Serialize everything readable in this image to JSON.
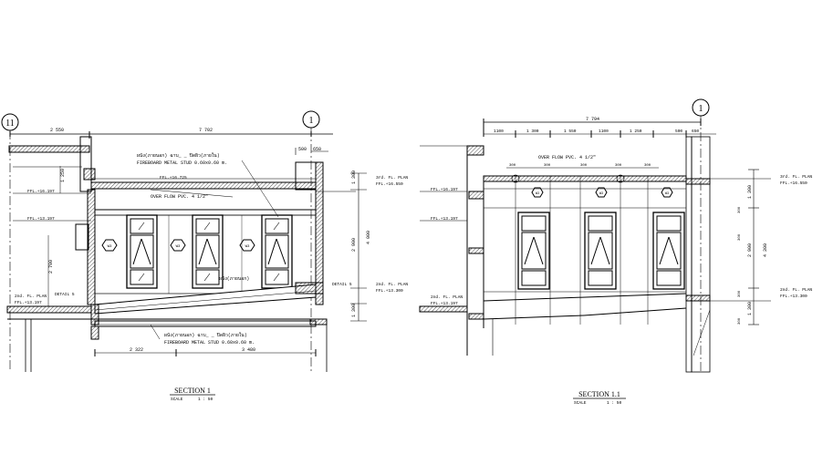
{
  "left_section": {
    "grid_left": "11",
    "grid_right": "1",
    "dims_top": [
      "2 550",
      "7 702",
      "500",
      "650"
    ],
    "note_top_1": "ผนัง(ภายนอก) ฉาบ_ _ ปิดผิว(ภายใน)",
    "note_top_2": "FIREBOARD METAL STUD 0.60x0.60 m.",
    "overflow_note": "OVER FLOW PVC. 4 1/2\"",
    "level_roof": "3rd. FL. PLAN",
    "level_roof_ffl": "FFL.+16.550",
    "level_a": "FFL.+16.197",
    "level_b": "FFL.+13.197",
    "level_floor": "2nd. FL. PLAN",
    "level_floor_ffl": "FFL.+13.197",
    "level_floor_r": "2nd. FL. PLAN",
    "level_floor_r_ffl": "FFL.+13.300",
    "level_top_r": "FFL.+16.725",
    "dims_right": [
      "1 300",
      "4 000",
      "2 900",
      "1 300"
    ],
    "dim_left_1": "1 250",
    "dim_left_2": "2 700",
    "detail_label": "DETAIL 5",
    "detail_label_r": "DETAIL 5",
    "wall_note": "ผนัง(ภายนอก)",
    "note_bottom_1": "ผนัง(ภายนอก) ฉาบ_ _ ปิดผิว(ภายใน)",
    "note_bottom_2": "FIREBOARD METAL STUD 0.60x0.60 m.",
    "dims_bottom": [
      "2 322",
      "3 480"
    ],
    "tags": [
      "W3",
      "W3",
      "W3"
    ],
    "title": "SECTION  1",
    "scale_label": "SCALE",
    "scale_value": "1 : 50"
  },
  "right_section": {
    "grid_right": "1",
    "dim_total": "7 794",
    "dims_top": [
      "1100",
      "1 300",
      "1 550",
      "1100",
      "1 250",
      "500",
      "650"
    ],
    "overflow_note": "OVER FLOW PVC. 4 1/2\"",
    "dims_small": [
      "300",
      "300",
      "300",
      "300",
      "300"
    ],
    "level_a": "FFL.+16.197",
    "level_b": "FFL.+13.197",
    "level_floor": "2nd. FL. PLAN",
    "level_floor_ffl": "FFL.+13.197",
    "level_top_r": "3rd. FL. PLAN",
    "level_top_r_ffl": "FFL.+16.550",
    "level_bot_r": "2nd. FL. PLAN",
    "level_bot_r_ffl": "FFL.+13.300",
    "dims_right": [
      "1 300",
      "4 300",
      "2 900",
      "1 300"
    ],
    "dims_side": [
      "300",
      "300",
      "300",
      "300"
    ],
    "tags": [
      "W3",
      "W3",
      "W3"
    ],
    "title": "SECTION  1.1",
    "scale_label": "SCALE",
    "scale_value": "1 : 50"
  }
}
